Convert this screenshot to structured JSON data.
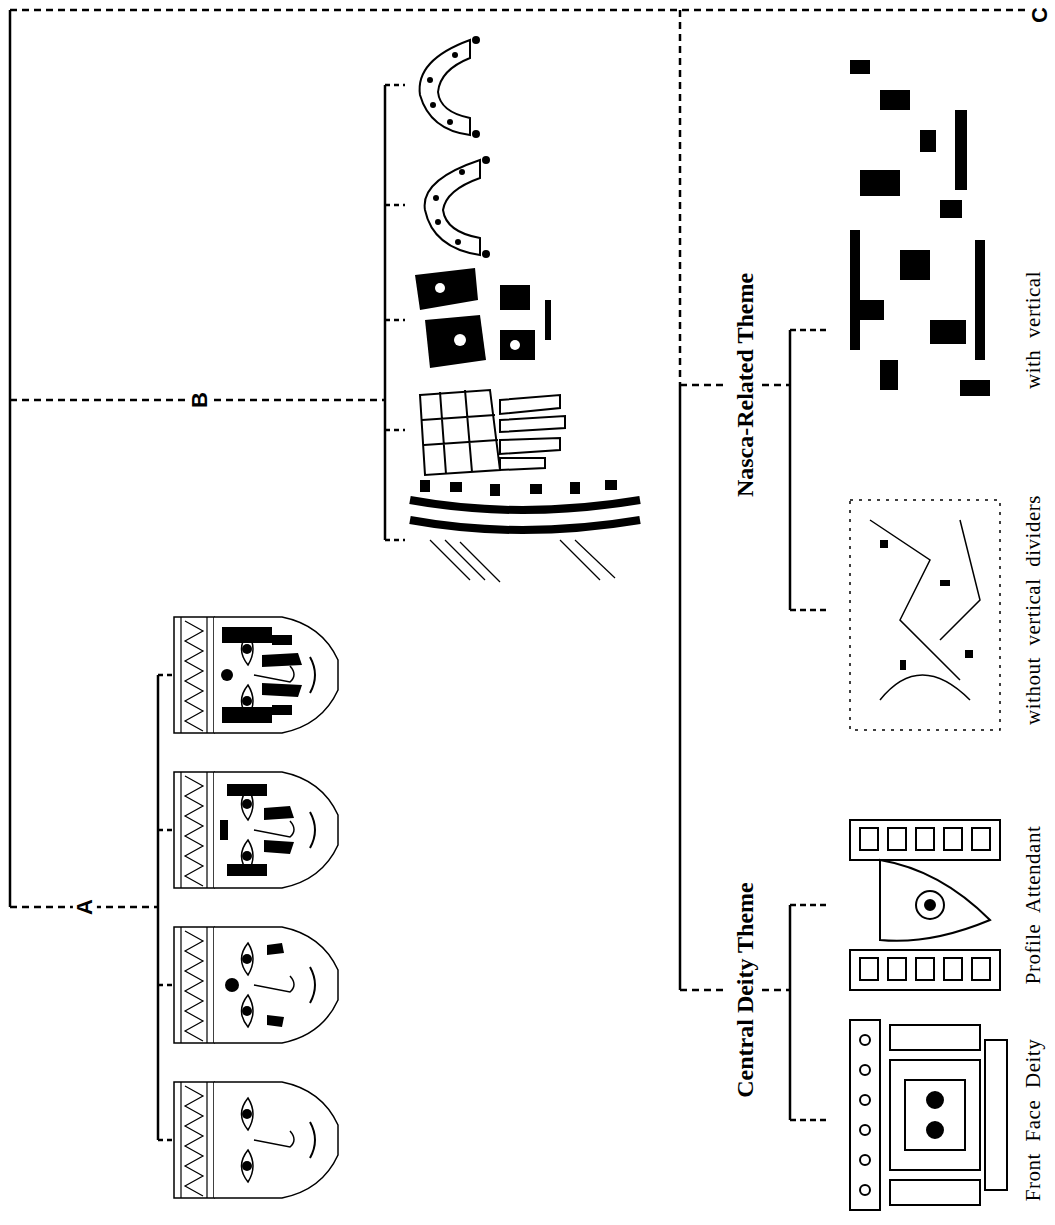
{
  "diagram": {
    "labels": [
      "A",
      "B",
      "C",
      "Central Deity Theme",
      "Front Face Deity",
      "Profile Attendant",
      "Nasca-Related Theme",
      "without vertical dividers",
      "with vertical"
    ]
  }
}
